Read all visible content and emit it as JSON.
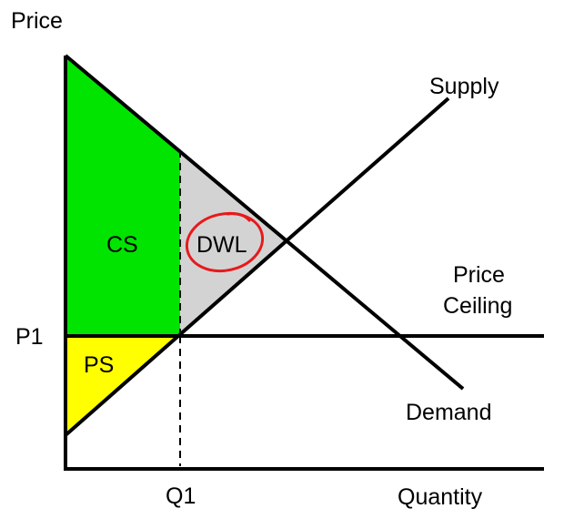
{
  "labels": {
    "y_axis": "Price",
    "x_axis": "Quantity",
    "supply": "Supply",
    "demand": "Demand",
    "price_ceiling_line1": "Price",
    "price_ceiling_line2": "Ceiling",
    "p1": "P1",
    "q1": "Q1",
    "cs": "CS",
    "ps": "PS",
    "dwl": "DWL"
  },
  "colors": {
    "consumer_surplus": "#00e400",
    "producer_surplus": "#ffff00",
    "deadweight_loss": "#d3d3d3",
    "annotation_circle": "#e8191b",
    "lines": "#000000"
  }
}
